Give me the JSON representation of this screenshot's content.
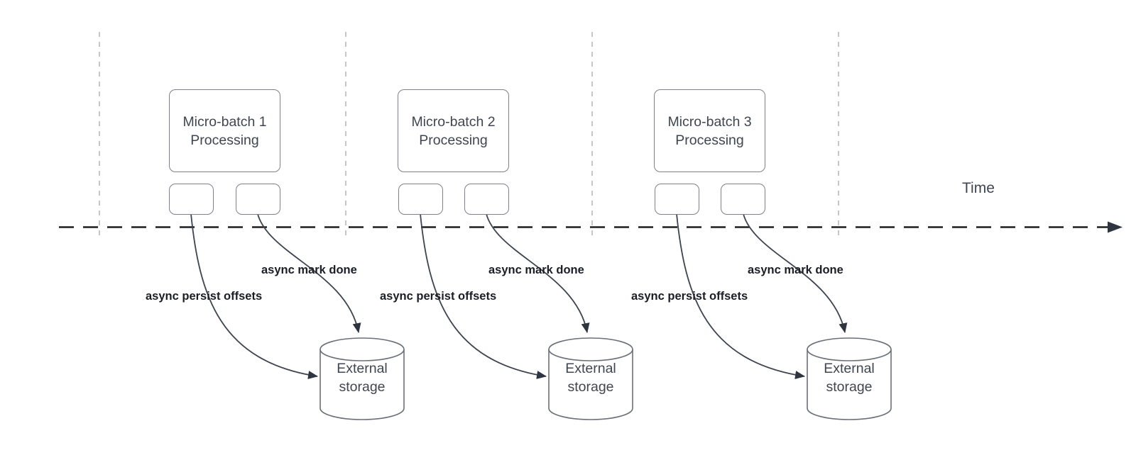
{
  "diagram": {
    "time_axis_label": "Time",
    "groups": [
      {
        "process_label": "Micro-batch 1\nProcessing",
        "persist_arrow_label": "async persist offsets",
        "done_arrow_label": "async mark done",
        "storage_label": "External\nstorage"
      },
      {
        "process_label": "Micro-batch 2\nProcessing",
        "persist_arrow_label": "async persist offsets",
        "done_arrow_label": "async mark done",
        "storage_label": "External\nstorage"
      },
      {
        "process_label": "Micro-batch 3\nProcessing",
        "persist_arrow_label": "async persist offsets",
        "done_arrow_label": "async mark done",
        "storage_label": "External\nstorage"
      }
    ],
    "colors": {
      "background": "#ffffff",
      "box_border": "#7e8187",
      "box_text": "#3f4650",
      "arrow_label_text": "#1b1e27",
      "timeline": "#1d1e20",
      "arrowhead": "#2e3440",
      "curve": "#3e4450",
      "guide_line": "#b2b4b8",
      "cylinder_border": "#6a6f78"
    }
  }
}
